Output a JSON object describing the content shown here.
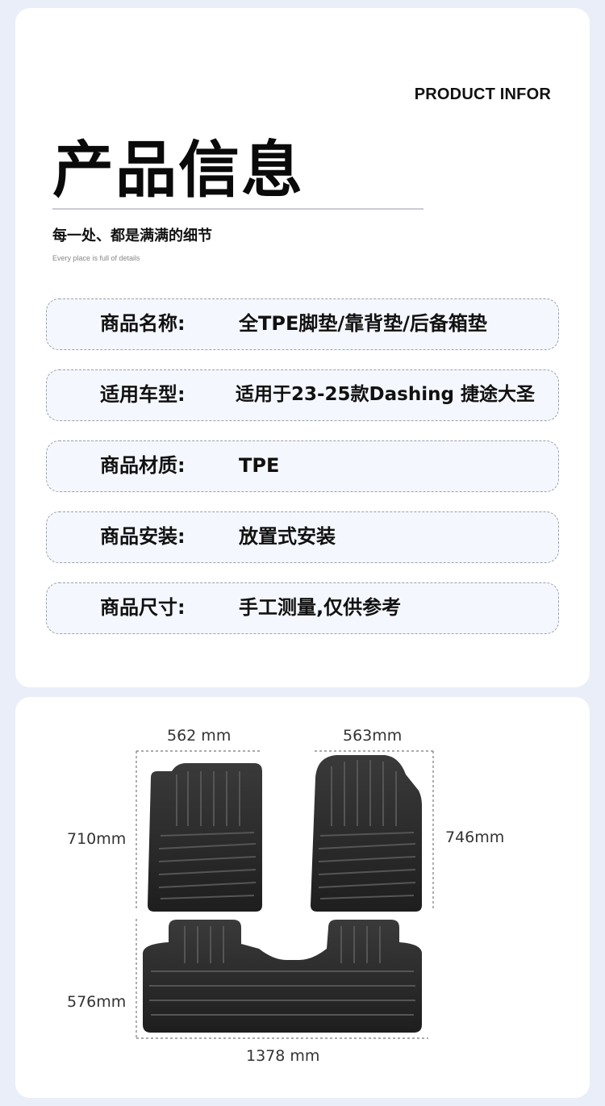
{
  "header": {
    "en_title": "PRODUCT INFOR",
    "title": "产品信息",
    "subtitle": "每一处、都是满满的细节",
    "subtitle_en": "Every place is full of details"
  },
  "info_rows": [
    {
      "label": "商品名称:",
      "value": "全TPE脚垫/靠背垫/后备箱垫"
    },
    {
      "label": "适用车型:",
      "value": "适用于23-25款Dashing 捷途大圣"
    },
    {
      "label": "商品材质:",
      "value": "TPE"
    },
    {
      "label": "商品安装:",
      "value": "放置式安装"
    },
    {
      "label": "商品尺寸:",
      "value": "手工测量,仅供参考"
    }
  ],
  "dimensions": {
    "front_left_width": "562 mm",
    "front_right_width": "563mm",
    "front_left_height": "710mm",
    "front_right_height": "746mm",
    "rear_height": "576mm",
    "rear_width": "1378 mm"
  },
  "colors": {
    "background": "#e9eef8",
    "card": "#ffffff",
    "row_fill": "#f4f7fd",
    "row_border": "#9aa0aa",
    "mat": "#2a2a2a"
  }
}
